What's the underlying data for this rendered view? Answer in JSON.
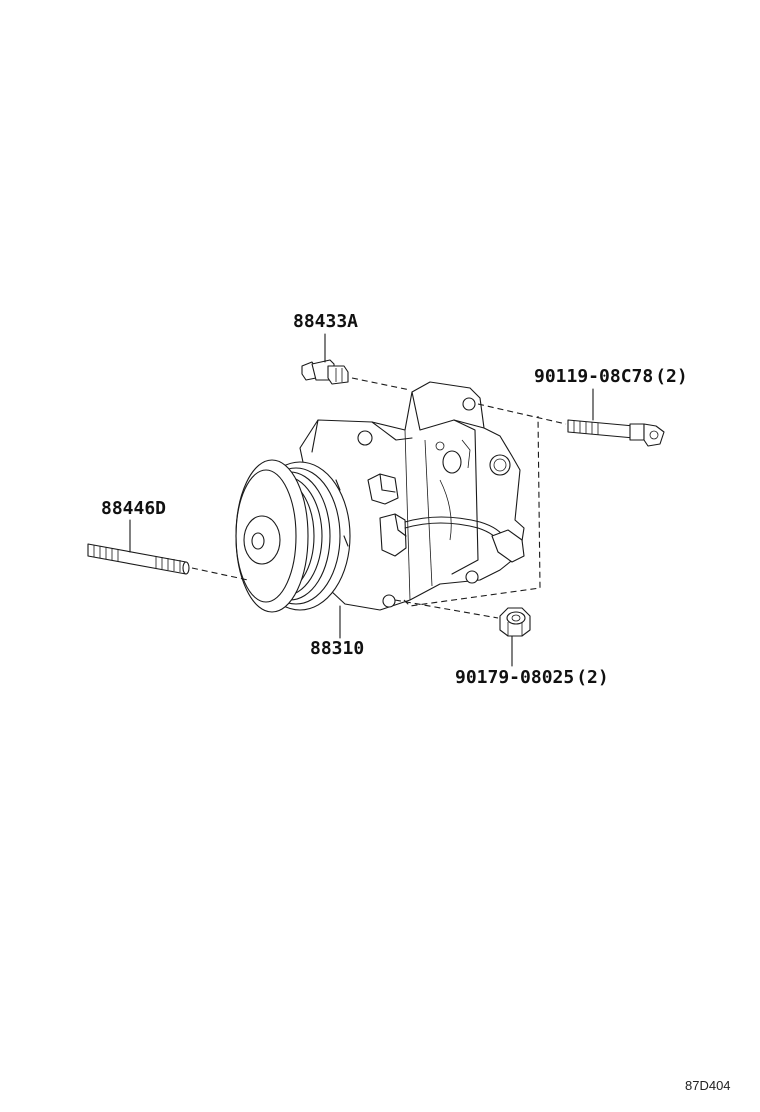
{
  "parts": {
    "pressure_switch": "88433A",
    "bolt": "90119-08C78",
    "bolt_qty": "(2)",
    "stud": "88446D",
    "compressor": "88310",
    "nut": "90179-08025",
    "nut_qty": "(2)"
  },
  "diagram_code": "87D404"
}
